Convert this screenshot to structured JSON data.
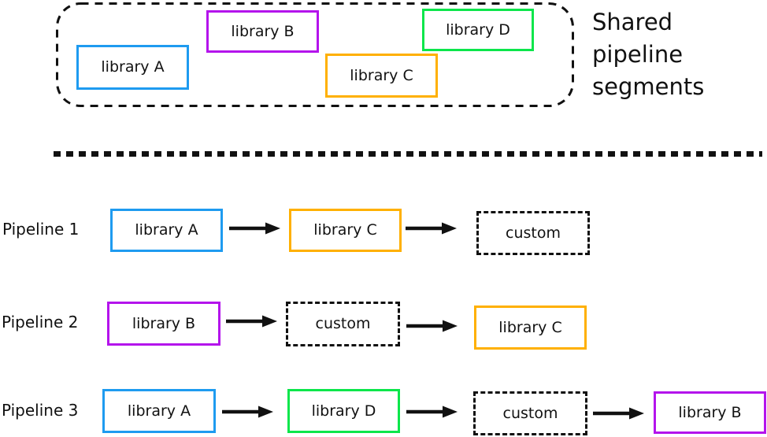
{
  "colors": {
    "blue": "#1E9BF0",
    "purple": "#B414EC",
    "green": "#0CE64B",
    "orange": "#FFB000"
  },
  "shared_segments": {
    "caption_lines": [
      "Shared",
      "pipeline",
      "segments"
    ],
    "boxes": [
      {
        "label": "library A",
        "color": "blue"
      },
      {
        "label": "library B",
        "color": "purple"
      },
      {
        "label": "library C",
        "color": "orange"
      },
      {
        "label": "library D",
        "color": "green"
      }
    ]
  },
  "pipelines": [
    {
      "label": "Pipeline 1",
      "nodes": [
        {
          "label": "library A",
          "style": "blue"
        },
        {
          "label": "library C",
          "style": "orange"
        },
        {
          "label": "custom",
          "style": "dashed"
        }
      ]
    },
    {
      "label": "Pipeline 2",
      "nodes": [
        {
          "label": "library B",
          "style": "purple"
        },
        {
          "label": "custom",
          "style": "dashed"
        },
        {
          "label": "library C",
          "style": "orange"
        }
      ]
    },
    {
      "label": "Pipeline 3",
      "nodes": [
        {
          "label": "library A",
          "style": "blue"
        },
        {
          "label": "library D",
          "style": "green"
        },
        {
          "label": "custom",
          "style": "dashed"
        },
        {
          "label": "library B",
          "style": "purple"
        }
      ]
    }
  ]
}
